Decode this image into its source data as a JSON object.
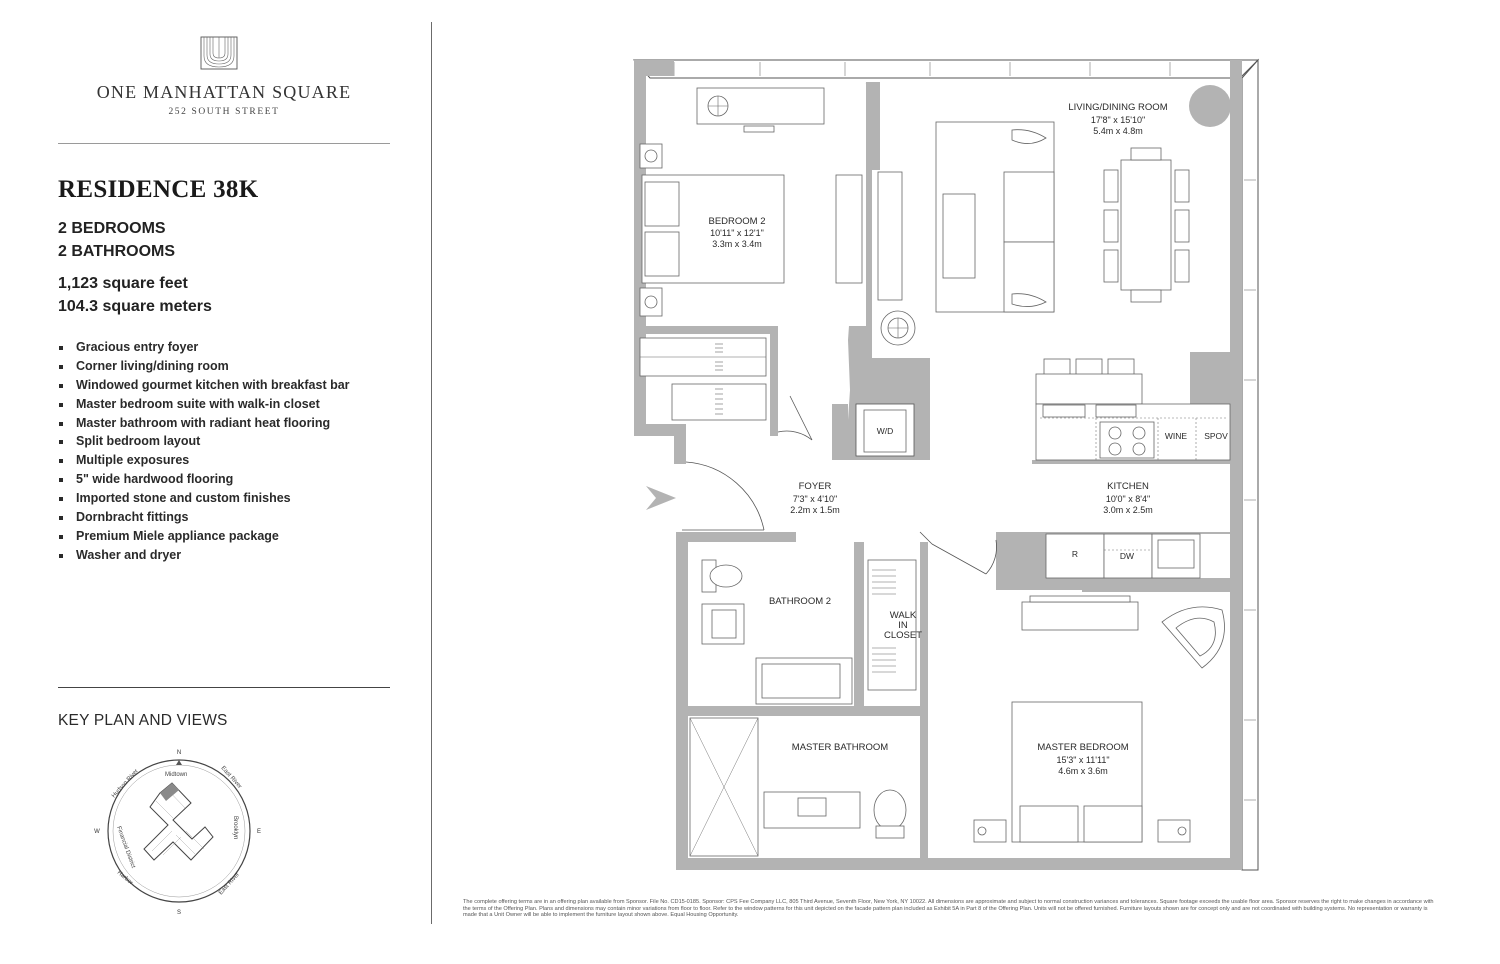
{
  "brand": {
    "name": "ONE MANHATTAN SQUARE",
    "address": "252 SOUTH STREET",
    "logo_icon": "building-monogram-icon"
  },
  "unit": {
    "title": "RESIDENCE 38K",
    "bedrooms": "2 BEDROOMS",
    "bathrooms": "2 BATHROOMS",
    "sqft": "1,123 square feet",
    "sqm": "104.3 square meters"
  },
  "features": [
    "Gracious entry foyer",
    "Corner living/dining room",
    "Windowed gourmet kitchen with breakfast bar",
    "Master bedroom suite with walk-in closet",
    "Master bathroom with radiant heat flooring",
    "Split bedroom layout",
    "Multiple exposures",
    "5\" wide hardwood flooring",
    "Imported stone and custom finishes",
    "Dornbracht fittings",
    "Premium Miele appliance package",
    "Washer and dryer"
  ],
  "keyplan": {
    "title": "KEY PLAN AND VIEWS",
    "compass": {
      "n": "N",
      "s": "S",
      "e": "E",
      "w": "W"
    },
    "views": {
      "hudson": "Hudson River",
      "midtown": "Midtown",
      "east_river_ne": "East River",
      "brooklyn": "Brooklyn",
      "east_river_se": "East River",
      "harbor": "Harbor",
      "financial": "Financial District"
    },
    "highlight_color": "#8a8a8a"
  },
  "rooms": {
    "living": {
      "name": "LIVING/DINING ROOM",
      "dim_imperial": "17'8\" x 15'10\"",
      "dim_metric": "5.4m x 4.8m"
    },
    "bedroom2": {
      "name": "BEDROOM 2",
      "dim_imperial": "10'11\" x 12'1\"",
      "dim_metric": "3.3m x 3.4m"
    },
    "foyer": {
      "name": "FOYER",
      "dim_imperial": "7'3\" x 4'10\"",
      "dim_metric": "2.2m x 1.5m"
    },
    "kitchen": {
      "name": "KITCHEN",
      "dim_imperial": "10'0\" x 8'4\"",
      "dim_metric": "3.0m x 2.5m"
    },
    "bathroom2": {
      "name": "BATHROOM 2"
    },
    "walkin": {
      "line1": "WALK",
      "line2": "IN",
      "line3": "CLOSET"
    },
    "master_bath": {
      "name": "MASTER BATHROOM"
    },
    "master_bed": {
      "name": "MASTER BEDROOM",
      "dim_imperial": "15'3\" x 11'11\"",
      "dim_metric": "4.6m x 3.6m"
    }
  },
  "appliances": {
    "wd": "W/D",
    "wine": "WINE",
    "spov": "SPOV",
    "fridge": "R",
    "dishwasher": "DW"
  },
  "entry_icon": "entry-arrow-icon",
  "wall_color": "#b3b3b3",
  "disclaimer": "The complete offering terms are in an offering plan available from Sponsor. File No. CD15-0185. Sponsor: CPS Fee Company LLC, 805 Third Avenue, Seventh Floor, New York, NY 10022. All dimensions are approximate and subject to normal construction variances and tolerances. Square footage exceeds the usable floor area. Sponsor reserves the right to make changes in accordance with the terms of the Offering Plan. Plans and dimensions may contain minor variations from floor to floor. Refer to the window patterns for this unit depicted on the facade pattern plan included as Exhibit 5A in Part 8 of the Offering Plan. Units will not be offered furnished. Furniture layouts shown are for concept only and are not coordinated with building systems. No representation or warranty is made that a Unit Owner will be able to implement the furniture layout shown above. Equal Housing Opportunity."
}
